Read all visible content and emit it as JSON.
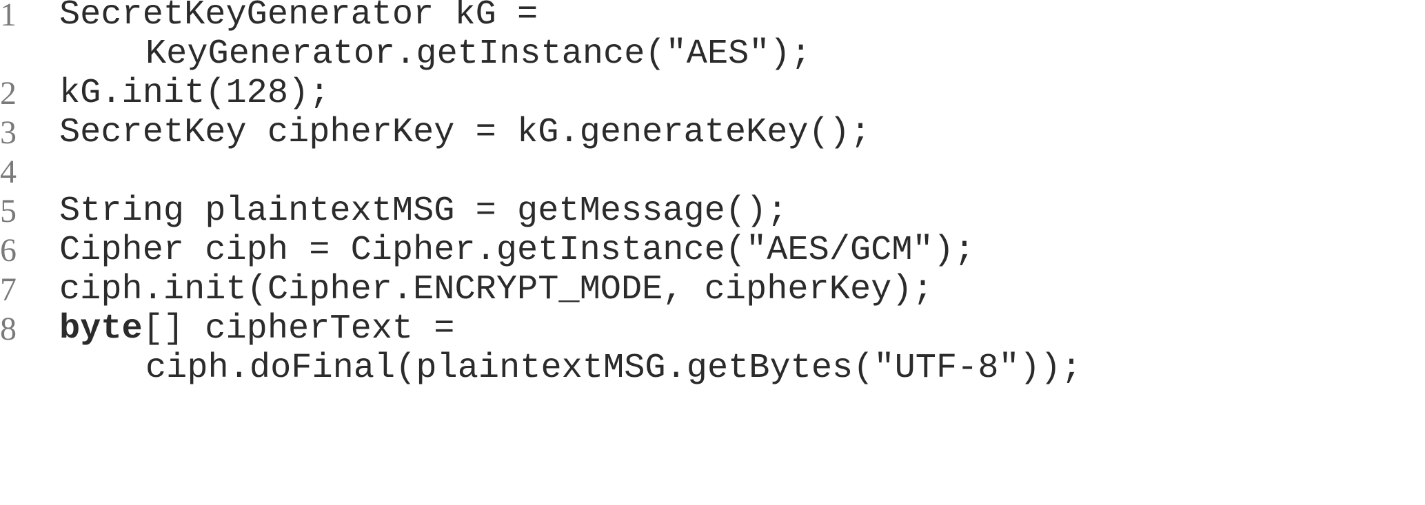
{
  "listing": {
    "language": "Java",
    "lines": [
      {
        "number": "1",
        "text": "SecretKeyGenerator kG =",
        "continuation": "KeyGenerator.getInstance(\"AES\");"
      },
      {
        "number": "2",
        "text": "kG.init(128);"
      },
      {
        "number": "3",
        "text": "SecretKey cipherKey = kG.generateKey();"
      },
      {
        "number": "4",
        "text": ""
      },
      {
        "number": "5",
        "text": "String plaintextMSG = getMessage();"
      },
      {
        "number": "6",
        "text": "Cipher ciph = Cipher.getInstance(\"AES/GCM\");"
      },
      {
        "number": "7",
        "text": "ciph.init(Cipher.ENCRYPT_MODE, cipherKey);"
      },
      {
        "number": "8",
        "keyword": "byte",
        "text": "[] cipherText =",
        "continuation": "ciph.doFinal(plaintextMSG.getBytes(\"UTF-8\"));"
      }
    ]
  },
  "colors": {
    "line_number": "#7a7a7a",
    "code": "#2b2b2b",
    "background": "#ffffff"
  }
}
